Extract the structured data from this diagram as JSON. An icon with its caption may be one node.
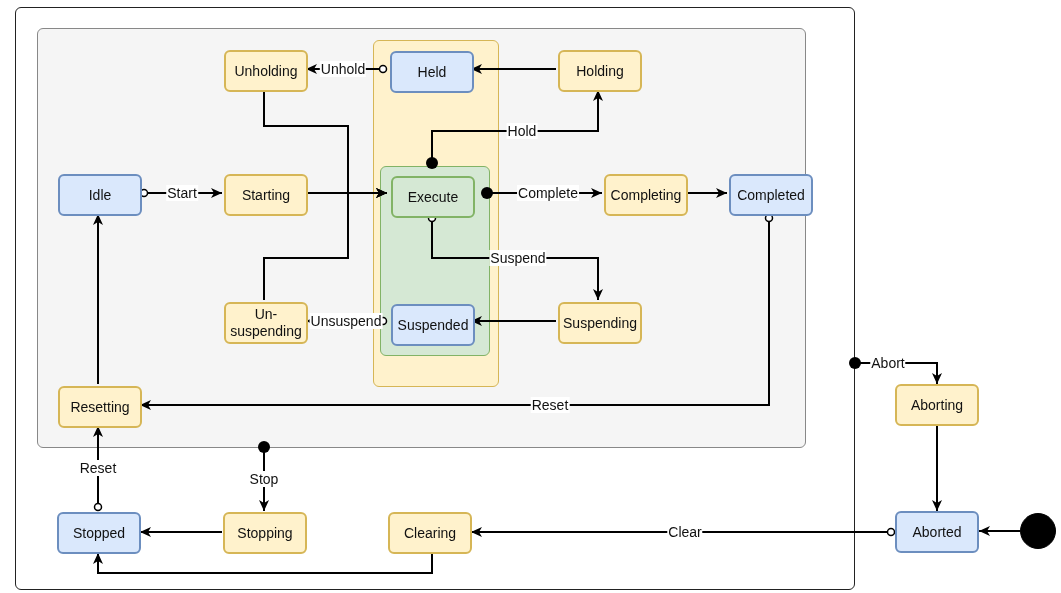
{
  "diagram": {
    "nodes": [
      {
        "text": [],
        "shape": "box"
      },
      {
        "text": [],
        "shape": "box",
        "in": 0
      },
      {
        "text": [],
        "shape": "box",
        "in": 1
      },
      {
        "text": [],
        "shape": "box",
        "in": 2
      },
      {
        "text": [
          "Held"
        ],
        "in": 2
      },
      {
        "text": [
          "Execute"
        ],
        "in": 3
      },
      {
        "text": [
          "Suspended"
        ],
        "in": 3
      },
      {
        "text": [
          "Unholding"
        ],
        "in": 1
      },
      {
        "text": [
          "Holding"
        ],
        "in": 1
      },
      {
        "text": [
          "Idle"
        ],
        "in": 1
      },
      {
        "text": [
          "Starting"
        ],
        "in": 1
      },
      {
        "text": [
          "Completing"
        ],
        "in": 1
      },
      {
        "text": [
          "Completed"
        ],
        "in": 1
      },
      {
        "text": [
          "Un- suspending"
        ],
        "in": 1
      },
      {
        "text": [
          "Suspending"
        ],
        "in": 1
      },
      {
        "text": [
          "Resetting"
        ],
        "in": 1
      },
      {
        "text": [
          "Stopped"
        ],
        "in": 0
      },
      {
        "text": [
          "Stopping"
        ],
        "in": 0
      },
      {
        "text": [
          "Clearing"
        ],
        "in": 0
      },
      {
        "text": [
          "Aborting"
        ]
      },
      {
        "text": [
          "Aborted"
        ]
      },
      {
        "text": [],
        "shape": "circle"
      }
    ],
    "edges": [
      {
        "from": 4,
        "to": 7,
        "arrow": "to",
        "label": "Unhold"
      },
      {
        "from": 8,
        "to": 4,
        "arrow": "to"
      },
      {
        "from": 3,
        "to": 8,
        "arrow": "to",
        "label": "Hold"
      },
      {
        "from": 9,
        "to": 10,
        "arrow": "to",
        "label": "Start"
      },
      {
        "from": 10,
        "to": 5,
        "arrow": "to"
      },
      {
        "from": 7,
        "to": 5,
        "arrow": "to"
      },
      {
        "from": 13,
        "to": 5,
        "arrow": "to"
      },
      {
        "from": 3,
        "to": 11,
        "arrow": "to",
        "label": "Complete"
      },
      {
        "from": 11,
        "to": 12,
        "arrow": "to"
      },
      {
        "from": 5,
        "to": 14,
        "arrow": "to",
        "label": "Suspend"
      },
      {
        "from": 6,
        "to": 13,
        "arrow": "to",
        "label": "Unsuspend"
      },
      {
        "from": 14,
        "to": 6,
        "arrow": "to"
      },
      {
        "from": 12,
        "to": 15,
        "arrow": "to",
        "label": "Reset"
      },
      {
        "from": 15,
        "to": 9,
        "arrow": "to"
      },
      {
        "from": 16,
        "to": 15,
        "arrow": "to",
        "label": "Reset"
      },
      {
        "from": 1,
        "to": 17,
        "arrow": "to",
        "label": "Stop"
      },
      {
        "from": 17,
        "to": 16,
        "arrow": "to"
      },
      {
        "from": 18,
        "to": 16,
        "arrow": "to"
      },
      {
        "from": 0,
        "to": 19,
        "arrow": "to",
        "label": "Abort"
      },
      {
        "from": 19,
        "to": 20,
        "arrow": "to"
      },
      {
        "from": 20,
        "to": 18,
        "arrow": "to",
        "label": "Clear"
      },
      {
        "from": 21,
        "to": 20,
        "arrow": "to"
      }
    ]
  }
}
